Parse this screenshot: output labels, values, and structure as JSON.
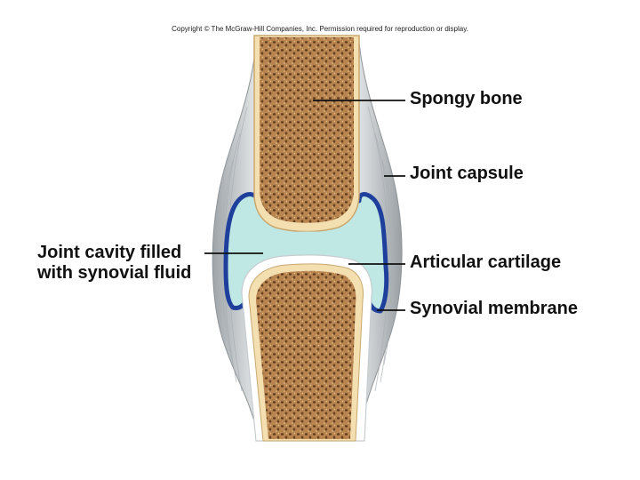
{
  "copyright": "Copyright © The McGraw-Hill Companies, Inc. Permission required for reproduction or display.",
  "labels": {
    "spongy_bone": "Spongy bone",
    "joint_capsule": "Joint capsule",
    "articular_cartilage": "Articular cartilage",
    "synovial_membrane": "Synovial membrane",
    "joint_cavity_line1": "Joint cavity filled",
    "joint_cavity_line2": "with synovial fluid"
  },
  "colors": {
    "bone_surface": "#f3dfb0",
    "spongy_bone": "#b88450",
    "spongy_pores": "#5e3a1c",
    "synovial_fluid": "#bfe8e4",
    "synovial_membrane": "#1e3f9c",
    "capsule": "#c9cdd0",
    "cartilage": "#ffffff"
  }
}
